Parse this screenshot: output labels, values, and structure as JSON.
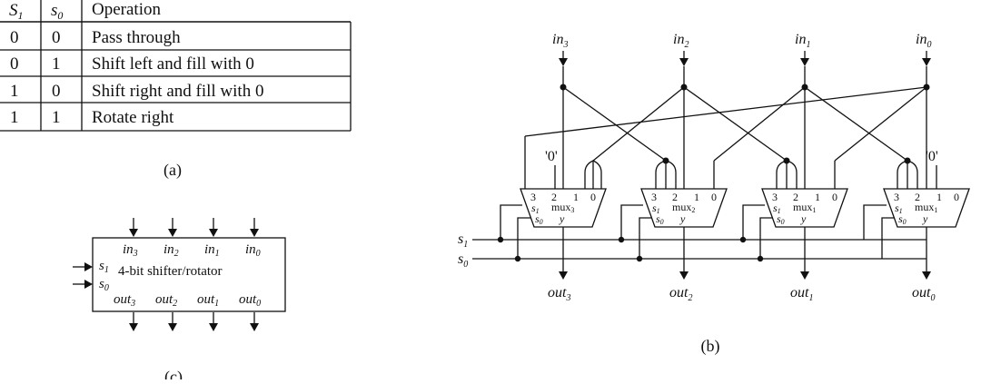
{
  "table": {
    "headers": {
      "s1": "S",
      "s1_sub": "1",
      "s0": "s",
      "s0_sub": "0",
      "op": "Operation"
    },
    "rows": [
      {
        "s1": "0",
        "s0": "0",
        "op": "Pass through"
      },
      {
        "s1": "0",
        "s0": "1",
        "op": "Shift left and fill with 0"
      },
      {
        "s1": "1",
        "s0": "0",
        "op": "Shift right and fill with 0"
      },
      {
        "s1": "1",
        "s0": "1",
        "op": "Rotate right"
      }
    ]
  },
  "captions": {
    "a": "(a)",
    "b": "(b)",
    "c": "(c)"
  },
  "block": {
    "title": "4-bit shifter/rotator",
    "inputs": [
      {
        "base": "in",
        "sub": "3"
      },
      {
        "base": "in",
        "sub": "2"
      },
      {
        "base": "in",
        "sub": "1"
      },
      {
        "base": "in",
        "sub": "0"
      }
    ],
    "outputs": [
      {
        "base": "out",
        "sub": "3"
      },
      {
        "base": "out",
        "sub": "2"
      },
      {
        "base": "out",
        "sub": "1"
      },
      {
        "base": "out",
        "sub": "0"
      }
    ],
    "selects": [
      {
        "base": "s",
        "sub": "1"
      },
      {
        "base": "s",
        "sub": "0"
      }
    ]
  },
  "circuit": {
    "inputs": [
      {
        "base": "in",
        "sub": "3"
      },
      {
        "base": "in",
        "sub": "2"
      },
      {
        "base": "in",
        "sub": "1"
      },
      {
        "base": "in",
        "sub": "0"
      }
    ],
    "outputs": [
      {
        "base": "out",
        "sub": "3"
      },
      {
        "base": "out",
        "sub": "2"
      },
      {
        "base": "out",
        "sub": "1"
      },
      {
        "base": "out",
        "sub": "0"
      }
    ],
    "selects": [
      {
        "base": "s",
        "sub": "1"
      },
      {
        "base": "s",
        "sub": "0"
      }
    ],
    "zero_label": "'0'",
    "mux": {
      "ports": [
        "3",
        "2",
        "1",
        "0"
      ],
      "name": "mux",
      "subs": [
        "3",
        "2",
        "1",
        "1"
      ],
      "sel_base": "s",
      "sel_subs": [
        "1",
        "0"
      ],
      "out": "y"
    }
  }
}
